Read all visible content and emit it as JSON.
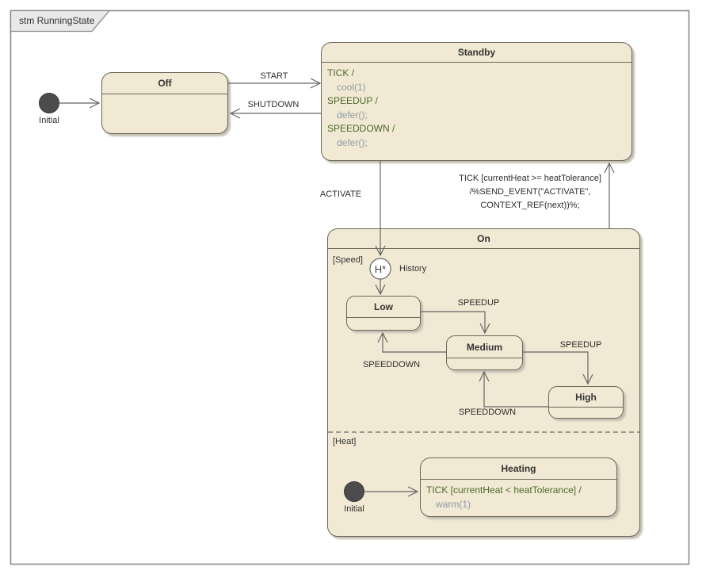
{
  "frame": {
    "label": "stm RunningState"
  },
  "states": {
    "off": {
      "title": "Off"
    },
    "standby": {
      "title": "Standby",
      "behavior": [
        "TICK /",
        "cool(1)",
        "SPEEDUP /",
        "defer();",
        "SPEEDDOWN /",
        "defer();"
      ]
    },
    "on": {
      "title": "On"
    },
    "low": {
      "title": "Low"
    },
    "medium": {
      "title": "Medium"
    },
    "high": {
      "title": "High"
    },
    "heating": {
      "title": "Heating",
      "behavior": [
        "TICK [currentHeat < heatTolerance] /",
        "warm(1)"
      ]
    }
  },
  "regions": {
    "speed": "[Speed]",
    "heat": "[Heat]"
  },
  "pseudostates": {
    "initial_main": "Initial",
    "initial_heat": "Initial",
    "history_glyph": "H*",
    "history_label": "History"
  },
  "transitions": {
    "start": "START",
    "shutdown": "SHUTDOWN",
    "activate": "ACTIVATE",
    "speedup_low_medium": "SPEEDUP",
    "speeddown_medium_low": "SPEEDDOWN",
    "speedup_medium_high": "SPEEDUP",
    "speeddown_high_medium": "SPEEDDOWN",
    "tick_guard_line1": "TICK [currentHeat >= heatTolerance]",
    "tick_guard_line2": "/%SEND_EVENT(\"ACTIVATE\",",
    "tick_guard_line3": "CONTEXT_REF(next))%;"
  },
  "colors": {
    "state_fill": "#F1E9D3",
    "state_border": "#6B675A",
    "event_text": "#4C6B2B",
    "action_text": "#8E9BA8",
    "label_text": "#2E2E2E",
    "line": "#666666",
    "frame_border": "#8A8A8A",
    "initial_node_fill": "#4C4C4C"
  }
}
